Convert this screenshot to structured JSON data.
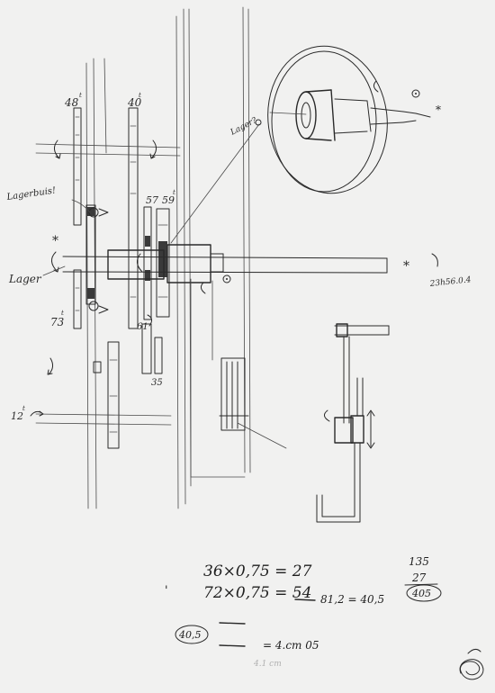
{
  "background_color": "#f1f1f0",
  "ink_color": "#2a2a2a",
  "labels": {
    "gear_48": "48",
    "gear_40": "40",
    "gear_57": "57",
    "gear_59": "59",
    "gear_73": "73",
    "gear_61": "61",
    "gear_35": "35",
    "gear_12": "12",
    "tooth_mark": "t",
    "lagerbuis": "Lagerbuis!",
    "lager_left": "Lager",
    "lager_top": "Lager?",
    "star": "*",
    "time_note": "23h56.0.4",
    "shaft_star": "*"
  },
  "calculations": {
    "line1": "36×0,75 = 27",
    "line2": "72×0,75 = 54",
    "line2_tail": "81,2 = 40,5",
    "frac_top": "135",
    "frac_mid": "27",
    "frac_bottom": "405",
    "circled": "40,5",
    "line3": "= 4.cm 05",
    "under_line3": "4.1 cm"
  }
}
